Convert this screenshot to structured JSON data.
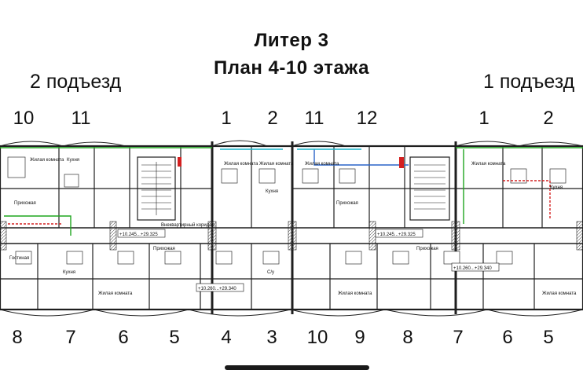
{
  "title": "Литер 3",
  "subtitle": "План  4-10 этажа",
  "entrance_left": "2 подъезд",
  "entrance_right": "1 подъезд",
  "top_numbers": [
    "10",
    "11",
    "1",
    "2",
    "11",
    "12",
    "1",
    "2"
  ],
  "bottom_numbers": [
    "8",
    "7",
    "6",
    "5",
    "4",
    "3",
    "10",
    "9",
    "8",
    "7",
    "6",
    "5"
  ],
  "plan_labels": {
    "living_room": "Жилая комната",
    "kitchen": "Кухня",
    "hall": "Прихожая",
    "bathroom": "С/у",
    "corridor": "Внеквартирный коридор",
    "lobby": "Гостиная",
    "level_marks": [
      "+10.245...+29.325",
      "+10.260...+29.340",
      "+10.245...+29.325",
      "+10.260...+29.340"
    ]
  },
  "colors": {
    "line": "#1f1f1f",
    "green": "#1fa51f",
    "red": "#d42020",
    "blue": "#2a64c8",
    "cyan": "#19b3c9"
  }
}
